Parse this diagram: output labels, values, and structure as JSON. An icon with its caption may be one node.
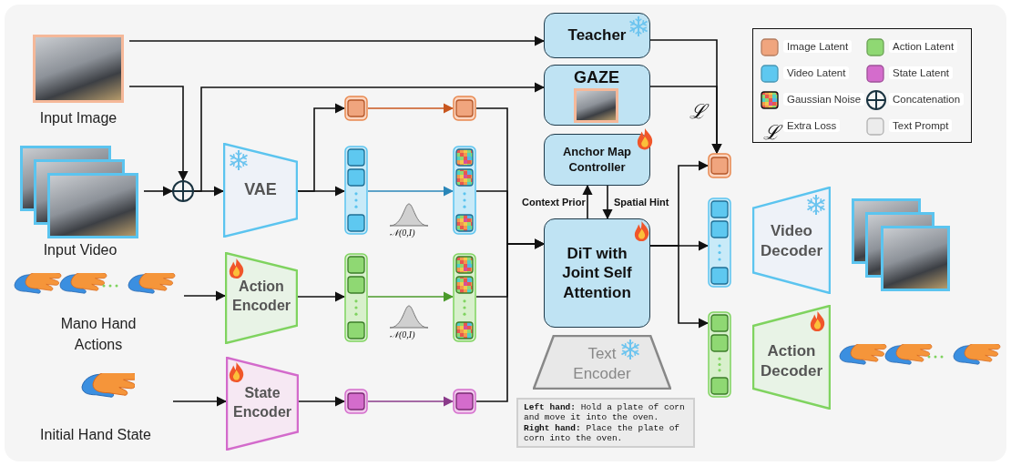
{
  "diagram": {
    "nodes": [
      {
        "text": [
          "Input Image"
        ]
      },
      {
        "text": [
          "Input Video"
        ]
      },
      {
        "text": [
          "Mano Hand Actions"
        ]
      },
      {
        "text": [
          "Initial Hand State"
        ]
      },
      {
        "text": [],
        "shape": "circle"
      },
      {
        "text": [
          "Teacher"
        ]
      },
      {
        "text": [
          "GAZE"
        ]
      },
      {
        "text": [
          "Anchor Map Controller"
        ]
      },
      {
        "text": [
          "VAE"
        ]
      },
      {
        "text": [
          "Action Encoder"
        ]
      },
      {
        "text": [
          "State Encoder"
        ]
      },
      {
        "text": [],
        "shape": "box"
      },
      {
        "text": [],
        "shape": "bar"
      },
      {
        "text": [],
        "shape": "bar"
      },
      {
        "text": [],
        "shape": "box"
      },
      {
        "text": [],
        "shape": "box"
      },
      {
        "text": [],
        "shape": "bar"
      },
      {
        "text": [],
        "shape": "bar"
      },
      {
        "text": [],
        "shape": "box"
      },
      {
        "text": [
          "DiT with Joint Self Attention"
        ]
      },
      {
        "text": [
          "Text Encoder"
        ]
      },
      {
        "text": [
          "**Left hand:** Hold a plate of corn and move it into the oven.",
          "**Right hand:** Place the plate of corn into the oven."
        ]
      },
      {
        "text": [],
        "shape": "box"
      },
      {
        "text": [],
        "shape": "bar"
      },
      {
        "text": [],
        "shape": "bar"
      },
      {
        "text": [
          "Video Decoder"
        ]
      },
      {
        "text": [
          "Action Decoder"
        ]
      },
      {
        "text": [],
        "shape": "picture"
      },
      {
        "text": [],
        "shape": "picture"
      }
    ],
    "edges": [
      {
        "from": 0,
        "to": 5,
        "arrow": "to"
      },
      {
        "from": 0,
        "to": 4,
        "arrow": "to"
      },
      {
        "from": 1,
        "to": 4,
        "arrow": "to"
      },
      {
        "from": 4,
        "to": 8,
        "arrow": "to"
      },
      {
        "from": 4,
        "to": 6,
        "arrow": "to"
      },
      {
        "from": 8,
        "to": 11,
        "arrow": "to"
      },
      {
        "from": 8,
        "to": 12,
        "arrow": "to"
      },
      {
        "from": 2,
        "to": 9,
        "arrow": "to"
      },
      {
        "from": 9,
        "to": 13,
        "arrow": "to"
      },
      {
        "from": 3,
        "to": 10,
        "arrow": "to"
      },
      {
        "from": 10,
        "to": 14,
        "arrow": "to"
      },
      {
        "from": 11,
        "to": 15,
        "arrow": "to",
        "color": "#c8561e"
      },
      {
        "from": 12,
        "to": 16,
        "arrow": "to",
        "color": "#2a86b8"
      },
      {
        "from": 13,
        "to": 17,
        "arrow": "to",
        "color": "#4a9a2a"
      },
      {
        "from": 14,
        "to": 18,
        "arrow": "to",
        "color": "#8a3a8a"
      },
      {
        "from": 15,
        "to": 19,
        "arrow": "to"
      },
      {
        "from": 16,
        "to": 19,
        "arrow": "to"
      },
      {
        "from": 17,
        "to": 19,
        "arrow": "to"
      },
      {
        "from": 18,
        "to": 19,
        "arrow": "to"
      },
      {
        "from": 19,
        "to": 7,
        "arrow": "to",
        "label": "Context Prior"
      },
      {
        "from": 7,
        "to": 19,
        "arrow": "to",
        "label": "Spatial Hint"
      },
      {
        "from": 5,
        "to": 22,
        "arrow": "to"
      },
      {
        "from": 6,
        "to": 22,
        "arrow": "to"
      },
      {
        "from": 19,
        "to": 22,
        "arrow": "to"
      },
      {
        "from": 19,
        "to": 23,
        "arrow": "to"
      },
      {
        "from": 19,
        "to": 24,
        "arrow": "to"
      }
    ],
    "labels": [
      "ℒ",
      "ℒ",
      "𝒩(0,I)",
      "𝒩(0,I)"
    ],
    "legend": [
      {
        "text": "Image Latent",
        "color": "#f0a57e"
      },
      {
        "text": "Action Latent",
        "color": "#8fd873"
      },
      {
        "text": "Video Latent",
        "color": "#5ec8f0"
      },
      {
        "text": "State Latent",
        "color": "#d46ccc"
      },
      {
        "text": "Gaussian Noise"
      },
      {
        "text": "Concatenation"
      },
      {
        "text": "Extra Loss"
      },
      {
        "text": "Text Prompt",
        "color": "#ececec"
      }
    ]
  }
}
